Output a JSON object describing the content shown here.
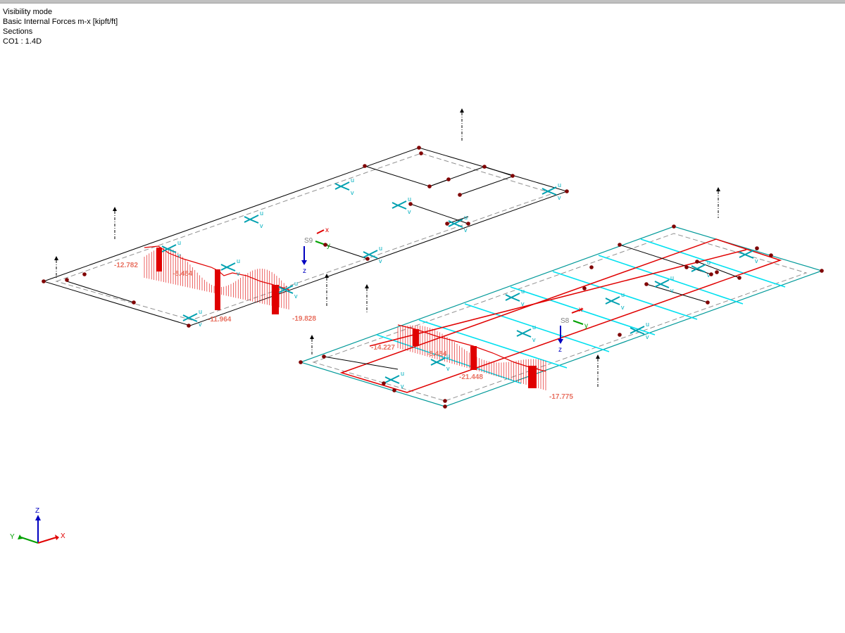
{
  "header": {
    "line1": "Visibility mode",
    "line2": "Basic Internal Forces m-x [kipft/ft]",
    "line3": "Sections",
    "line4": "CO1 : 1.4D"
  },
  "model1": {
    "values": {
      "v1": "-12.782",
      "v2": "-8.484",
      "v3": "-11.964",
      "v4": "-19.828"
    },
    "section_label": "S9"
  },
  "model2": {
    "values": {
      "v1": "-14.227",
      "v2": "-8.484",
      "v3": "-21.448",
      "v4": "-17.775"
    },
    "section_label": "S8"
  },
  "axes": {
    "z": "Z",
    "y": "Y",
    "x": "X",
    "local_z": "z",
    "local_y": "y",
    "local_x": "x",
    "u": "u",
    "v": "v"
  },
  "colors": {
    "force": "#e00000",
    "value_text": "#e87060",
    "surface2": "#009999",
    "grid": "#00e0f0",
    "section": "#e00000",
    "node": "#800000"
  }
}
